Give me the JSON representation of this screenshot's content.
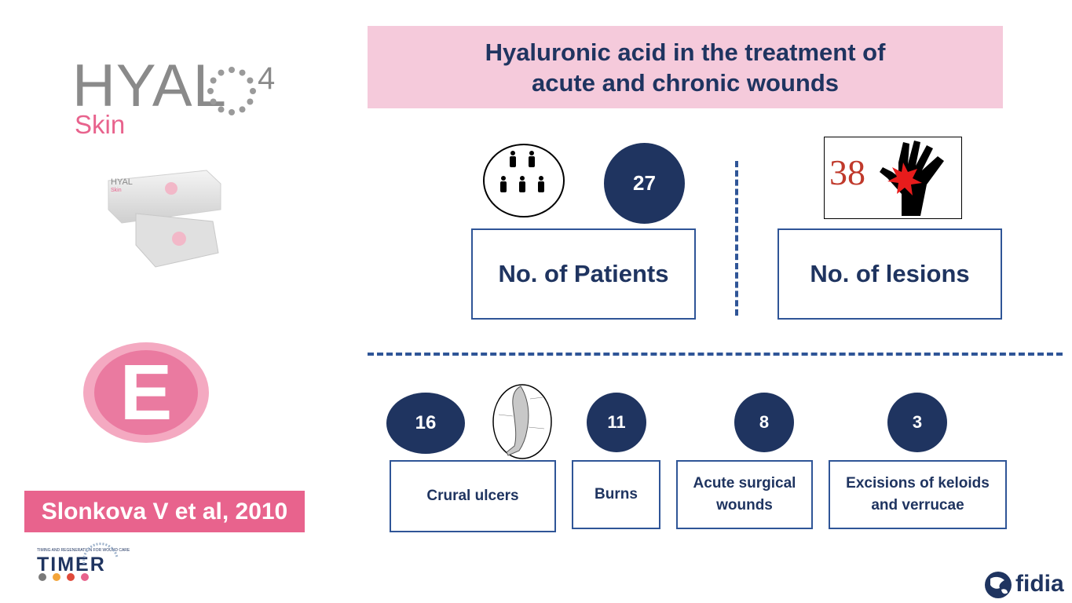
{
  "title": "Hyaluronic acid in the treatment of acute and chronic wounds",
  "title_line1": "Hyaluronic acid in the treatment of",
  "title_line2": "acute and chronic wounds",
  "brand": {
    "name": "HYAL",
    "superscript": "4",
    "subtitle": "Skin"
  },
  "product_label": {
    "name": "HYAL",
    "sub": "Skin"
  },
  "evidence_letter": "E",
  "citation": "Slonkova V et al, 2010",
  "patients": {
    "value": "27",
    "label": "No. of Patients"
  },
  "lesions": {
    "value": "38",
    "label": "No. of lesions"
  },
  "categories": [
    {
      "value": "16",
      "label": "Crural ulcers"
    },
    {
      "value": "11",
      "label": "Burns"
    },
    {
      "value": "8",
      "label_line1": "Acute surgical",
      "label_line2": "wounds"
    },
    {
      "value": "3",
      "label_line1": "Excisions of keloids",
      "label_line2": "and verrucae"
    }
  ],
  "timer": {
    "name": "TIMER",
    "tagline": "TIMING AND REGENERATION FOR WOUND CARE"
  },
  "company": "fidia",
  "colors": {
    "navy": "#1f3460",
    "pink": "#e8638d",
    "banner": "#f5cadb",
    "box_border": "#2f5597"
  }
}
